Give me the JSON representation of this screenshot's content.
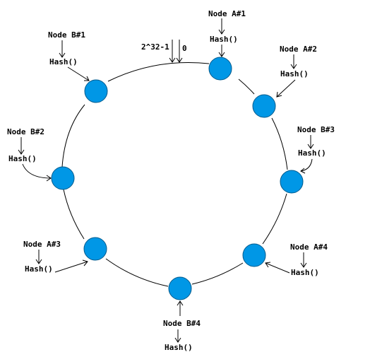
{
  "colors": {
    "node_fill": "#0097e6",
    "node_stroke": "#005a8c",
    "line": "#000000",
    "background": "#ffffff"
  },
  "ring": {
    "label_max": "2^32-1",
    "label_zero": "0"
  },
  "nodes": [
    {
      "id": "a1",
      "name": "Node A#1",
      "hash": "Hash()"
    },
    {
      "id": "a2",
      "name": "Node A#2",
      "hash": "Hash()"
    },
    {
      "id": "b3",
      "name": "Node B#3",
      "hash": "Hash()"
    },
    {
      "id": "a4",
      "name": "Node A#4",
      "hash": "Hash()"
    },
    {
      "id": "b4",
      "name": "Node B#4",
      "hash": "Hash()"
    },
    {
      "id": "a3",
      "name": "Node A#3",
      "hash": "Hash()"
    },
    {
      "id": "b2",
      "name": "Node B#2",
      "hash": "Hash()"
    },
    {
      "id": "b1",
      "name": "Node B#1",
      "hash": "Hash()"
    }
  ]
}
